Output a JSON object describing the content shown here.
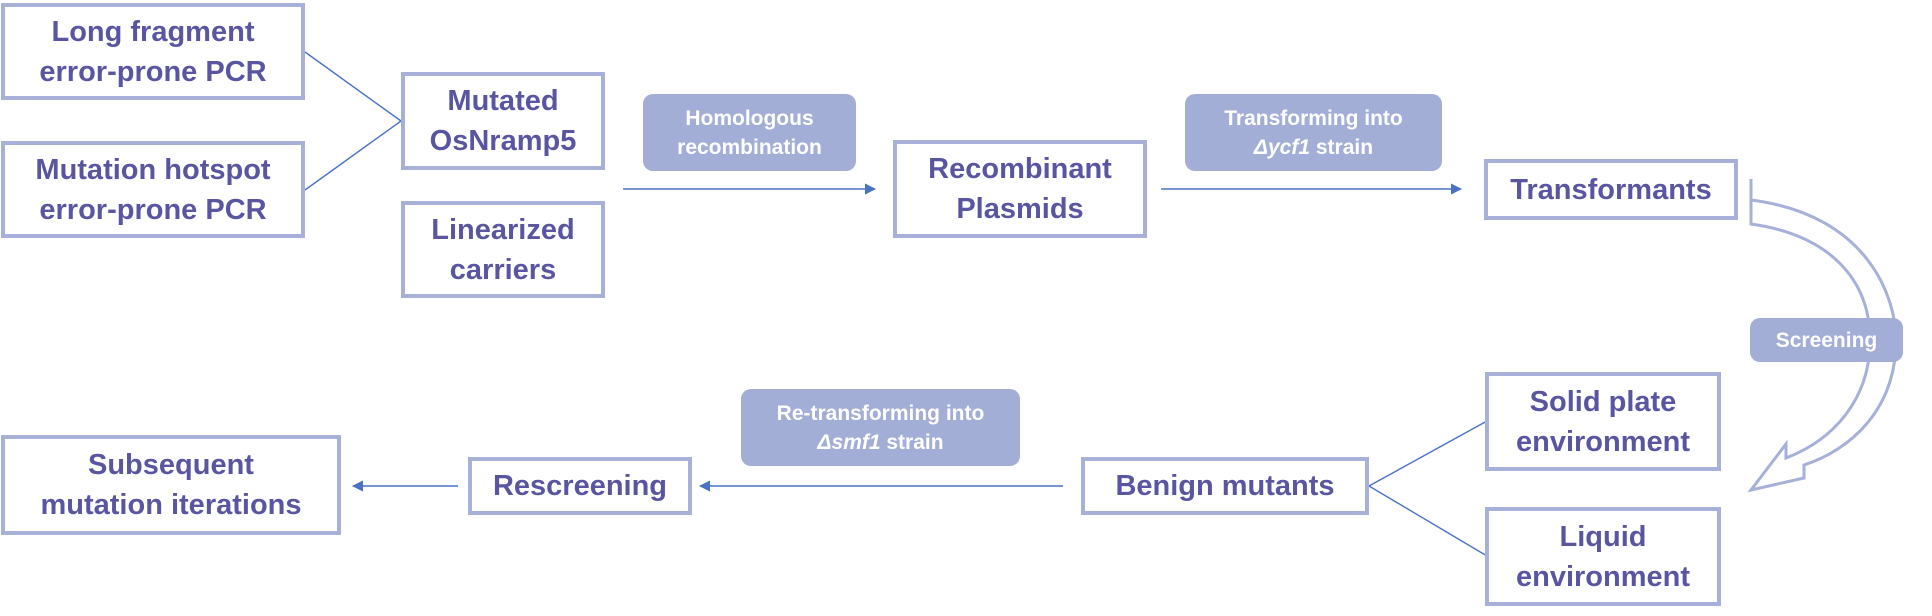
{
  "colors": {
    "box_border": "#a6b0d9",
    "box_text": "#5a55a0",
    "pill_fill": "#a3aed6",
    "pill_text": "#ffffff",
    "line": "#4a72c4"
  },
  "nodes": {
    "long_fragment": "Long fragment\nerror-prone PCR",
    "hotspot": "Mutation hotspot\nerror-prone PCR",
    "mutated_osnramp5": "Mutated\nOsNramp5",
    "linearized_carriers": "Linearized\ncarriers",
    "recombinant_plasmids": "Recombinant\nPlasmids",
    "transformants": "Transformants",
    "solid_plate": "Solid plate\nenvironment",
    "liquid": "Liquid\nenvironment",
    "benign_mutants": "Benign mutants",
    "rescreening": "Rescreening",
    "subsequent": "Subsequent\nmutation iterations"
  },
  "labels": {
    "homologous_line1": "Homologous",
    "homologous_line2": "recombination",
    "transforming_line1": "Transforming into",
    "transforming_strain": "Δycf1",
    "transforming_suffix": " strain",
    "screening": "Screening",
    "retransforming_line1": "Re-transforming into",
    "retransforming_strain": "Δsmf1",
    "retransforming_suffix": " strain"
  }
}
